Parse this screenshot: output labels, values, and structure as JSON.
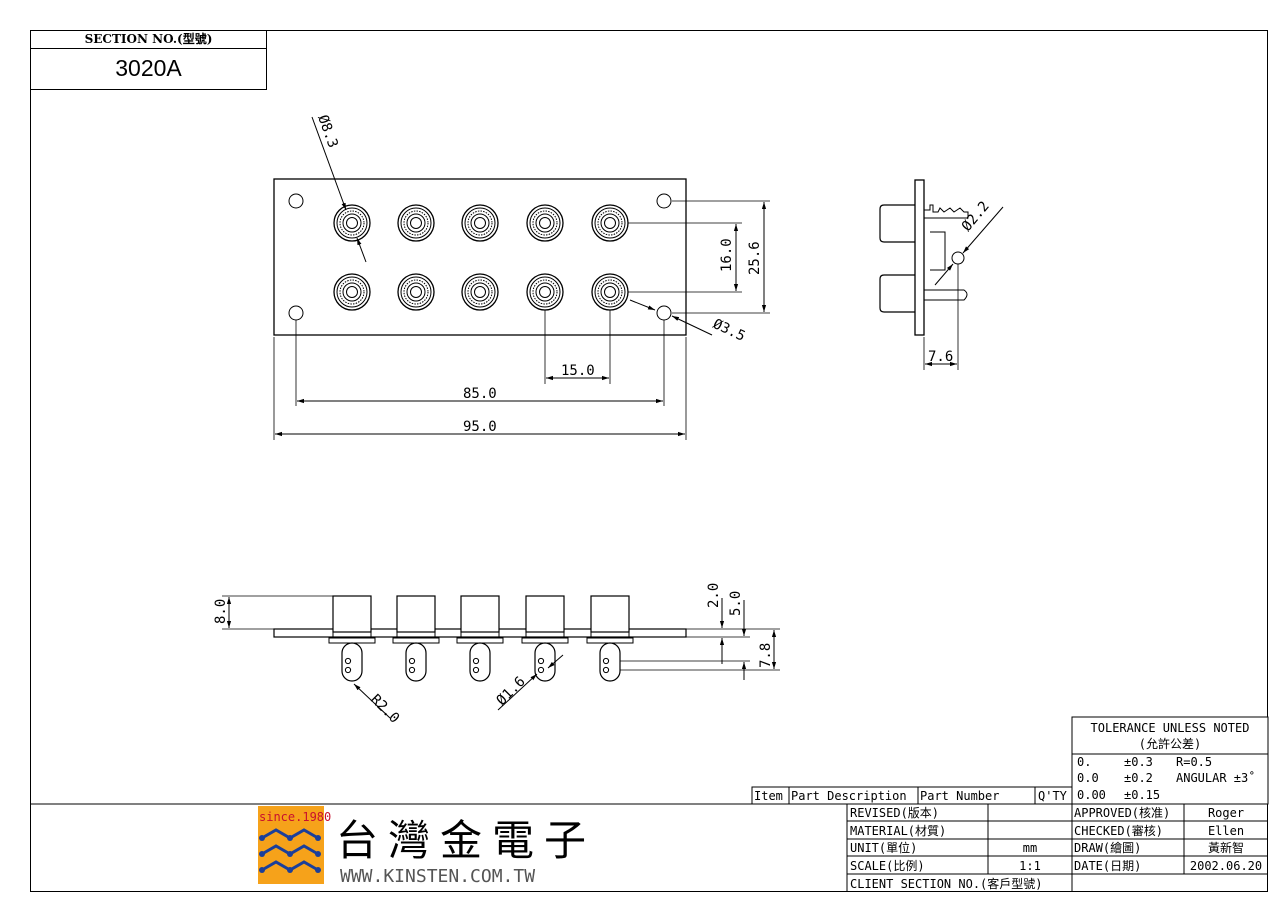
{
  "section": {
    "label": "SECTION NO.(型號)",
    "value": "3020A"
  },
  "dimensions": {
    "d83": "Ø8.3",
    "d160": "16.0",
    "d256": "25.6",
    "d35": "Ø3.5",
    "d150": "15.0",
    "d850": "85.0",
    "d950": "95.0",
    "d22": "Ø2.2",
    "d76": "7.6",
    "d80": "8.0",
    "d20": "2.0",
    "d50": "5.0",
    "d78": "7.8",
    "r20": "R2.0",
    "d16": "Ø1.6"
  },
  "tolerance": {
    "title": "TOLERANCE UNLESS NOTED",
    "subtitle": "(允許公差)",
    "r1a": "0.",
    "r1b": "±0.3",
    "r1c": "R=0.5",
    "r2a": "0.0",
    "r2b": "±0.2",
    "r2c": "ANGULAR ±3˚",
    "r3a": "0.00",
    "r3b": "±0.15"
  },
  "parts_header": {
    "item": "Item",
    "desc": "Part Description",
    "pn": "Part Number",
    "qty": "Q'TY"
  },
  "titleblock": {
    "revised": "REVISED(版本)",
    "revised_val": "",
    "material": "MATERIAL(材質)",
    "material_val": "",
    "unit": "UNIT(單位)",
    "unit_val": "mm",
    "scale": "SCALE(比例)",
    "scale_val": "1:1",
    "client": "CLIENT SECTION NO.(客戶型號)",
    "approved": "APPROVED(核准)",
    "approved_val": "Roger",
    "checked": "CHECKED(審核)",
    "checked_val": "Ellen",
    "draw": "DRAW(繪圖)",
    "draw_val": "黃新智",
    "date": "DATE(日期)",
    "date_val": "2002.06.20"
  },
  "company": {
    "since": "since.1980",
    "name": "台灣金電子",
    "url": "WWW.KINSTEN.COM.TW"
  }
}
